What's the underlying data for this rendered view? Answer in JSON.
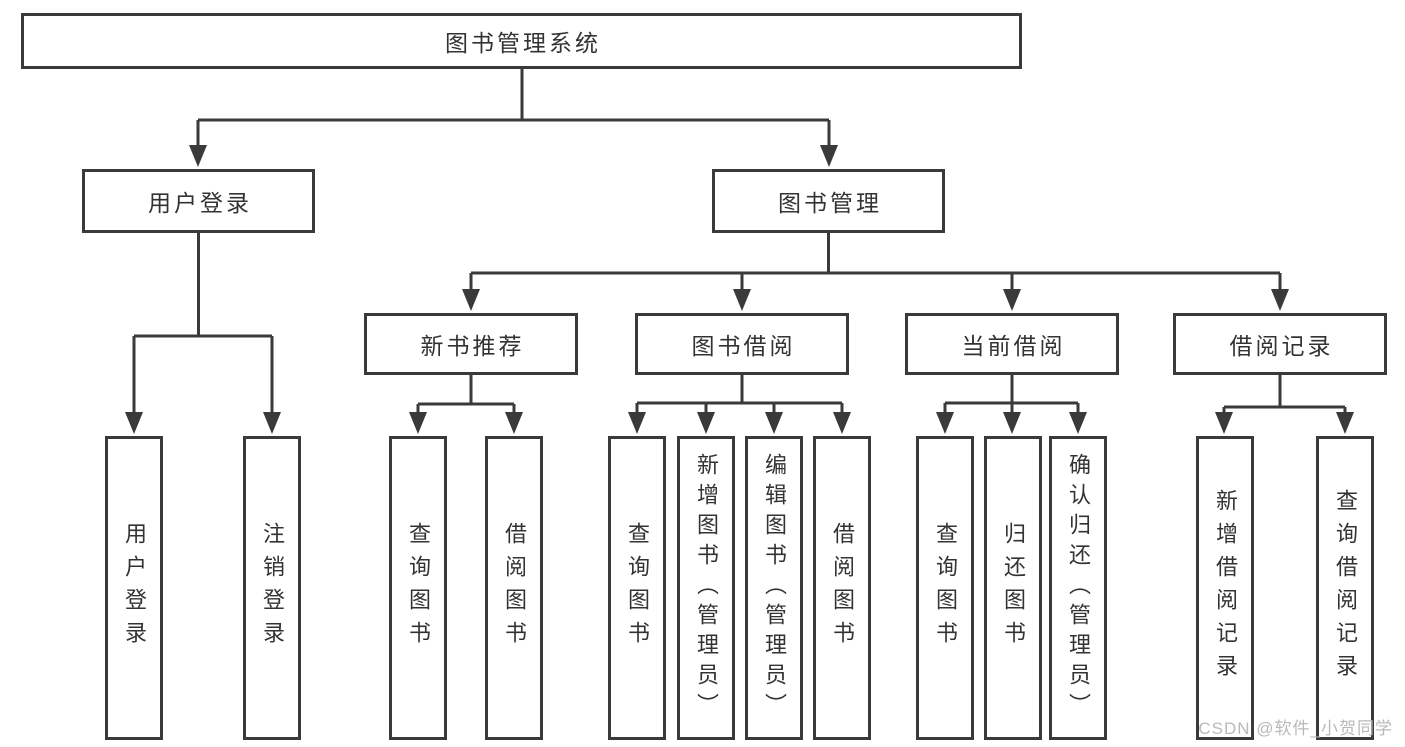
{
  "colors": {
    "line": "#3a3a3a",
    "box_border": "#3a3a3a",
    "text": "#333333",
    "background": "#ffffff",
    "watermark": "#b9b9b9"
  },
  "watermark": "CSDN @软件_小贺同学",
  "tree": {
    "label": "图书管理系统",
    "children": [
      {
        "label": "用户登录",
        "children": [
          {
            "label": "用户登录"
          },
          {
            "label": "注销登录"
          }
        ]
      },
      {
        "label": "图书管理",
        "children": [
          {
            "label": "新书推荐",
            "children": [
              {
                "label": "查询图书"
              },
              {
                "label": "借阅图书"
              }
            ]
          },
          {
            "label": "图书借阅",
            "children": [
              {
                "label": "查询图书"
              },
              {
                "label": "新增图书（管理员）"
              },
              {
                "label": "编辑图书（管理员）"
              },
              {
                "label": "借阅图书"
              }
            ]
          },
          {
            "label": "当前借阅",
            "children": [
              {
                "label": "查询图书"
              },
              {
                "label": "归还图书"
              },
              {
                "label": "确认归还（管理员）"
              }
            ]
          },
          {
            "label": "借阅记录",
            "children": [
              {
                "label": "新增借阅记录"
              },
              {
                "label": "查询借阅记录"
              }
            ]
          }
        ]
      }
    ]
  }
}
